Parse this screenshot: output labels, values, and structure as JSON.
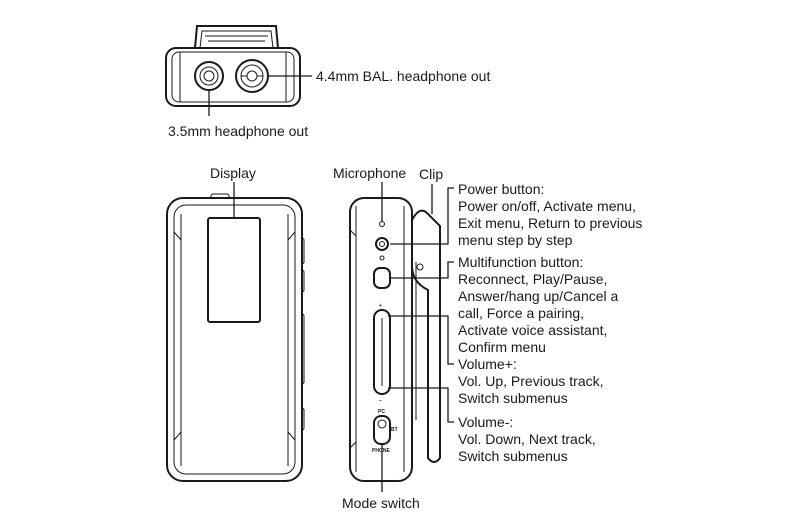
{
  "top_view": {
    "jack_44_label": "4.4mm BAL. headphone out",
    "jack_35_label": "3.5mm headphone out"
  },
  "front_view": {
    "display_label": "Display"
  },
  "side_view": {
    "microphone_label": "Microphone",
    "clip_label": "Clip",
    "mode_switch_label": "Mode switch",
    "plus_mark": "+",
    "minus_mark": "−",
    "switch_pc": "PC",
    "switch_bt": "BT",
    "switch_phone": "PHONE"
  },
  "callouts": {
    "power": {
      "title": "Power button:",
      "lines": [
        "Power on/off, Activate menu,",
        "Exit menu, Return to previous",
        "menu step by step"
      ]
    },
    "multifunction": {
      "title": "Multifunction button:",
      "lines": [
        "Reconnect, Play/Pause,",
        "Answer/hang up/Cancel a",
        "call, Force a pairing,",
        "Activate voice assistant,",
        "Confirm menu"
      ]
    },
    "volume_up": {
      "title": "Volume+:",
      "lines": [
        "Vol. Up, Previous track,",
        "Switch submenus"
      ]
    },
    "volume_down": {
      "title": "Volume-:",
      "lines": [
        "Vol. Down, Next track,",
        "Switch submenus"
      ]
    }
  }
}
